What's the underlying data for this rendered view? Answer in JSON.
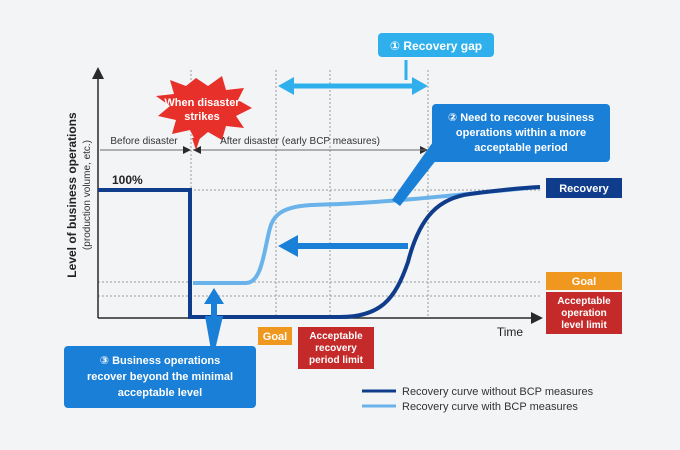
{
  "y_axis_label": "Level of business operations",
  "y_axis_sublabel": "(production volume, etc.)",
  "x_axis_label": "Time",
  "hundred_percent": "100%",
  "disaster_burst": [
    "When disaster",
    "strikes"
  ],
  "before_disaster": "Before disaster",
  "after_disaster": "After disaster (early BCP measures)",
  "callout_1": "① Recovery gap",
  "callout_2": [
    "② Need to recover business",
    "operations within a more",
    "acceptable period"
  ],
  "callout_3": [
    "③ Business operations",
    "recover beyond the minimal",
    "acceptable level"
  ],
  "recovery_tag": "Recovery",
  "goal_right": "Goal",
  "goal_bottom": "Goal",
  "acceptable_operation": [
    "Acceptable",
    "operation",
    "level limit"
  ],
  "acceptable_period": [
    "Acceptable",
    "recovery",
    "period limit"
  ],
  "legend": [
    {
      "label": "Recovery curve without BCP measures",
      "color": "#103c8c"
    },
    {
      "label": "Recovery curve with BCP measures",
      "color": "#6ab3ea"
    }
  ],
  "colors": {
    "dark_blue": "#103c8c",
    "light_blue": "#6ab3ea",
    "callout_blue": "#1a7fd6",
    "cyan": "#2fb0ec",
    "red": "#c42a2a",
    "orange": "#f0971f",
    "axis": "#2a2a2a"
  }
}
